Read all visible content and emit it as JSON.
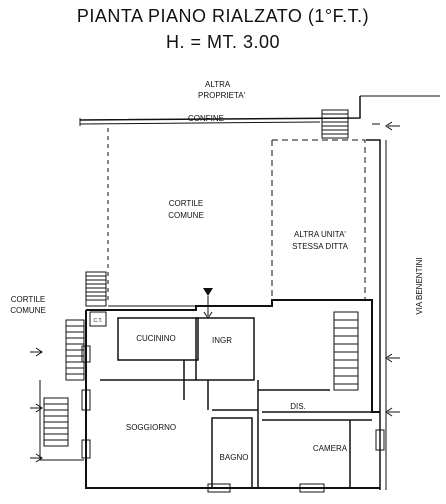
{
  "title": {
    "line1": "PIANTA PIANO RIALZATO (1°F.T.)",
    "line2": "H. = MT. 3.00"
  },
  "labels": {
    "altra": "ALTRA",
    "proprieta": "PROPRIETA'",
    "confine": "CONFINE",
    "cortile_comune_1": "CORTILE",
    "cortile_comune_2": "COMUNE",
    "altra_unita_1": "ALTRA UNITA'",
    "altra_unita_2": "STESSA DITTA",
    "cortile_left_1": "CORTILE",
    "cortile_left_2": "COMUNE",
    "via": "VIA BENENTINI",
    "cucinino": "CUCININO",
    "ingr": "INGR",
    "soggiorno": "SOGGIORNO",
    "bagno": "BAGNO",
    "dis": "DIS.",
    "camera": "CAMERA",
    "small_label": "C.T."
  },
  "colors": {
    "line": "#111111",
    "wall_fill": "#ffffff",
    "background": "#ffffff"
  }
}
